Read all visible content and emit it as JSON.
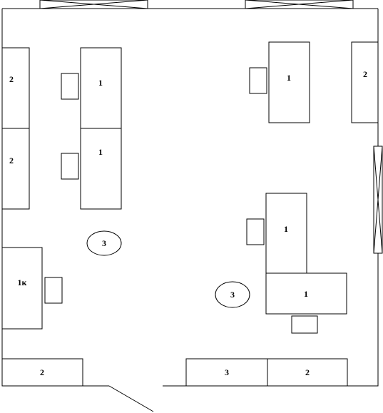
{
  "plan": {
    "labels": {
      "desk_left_top": "1",
      "desk_left_mid": "1",
      "desk_right_top": "1",
      "desk_right_mid": "1",
      "desk_right_low": "1",
      "desk_lk": "1к",
      "cab_left_top": "2",
      "cab_left_mid": "2",
      "cab_right_top": "2",
      "cab_bottom_left": "2",
      "cab_bottom_right_a": "3",
      "cab_bottom_right_b": "2",
      "round_left": "3",
      "round_right": "3"
    }
  }
}
